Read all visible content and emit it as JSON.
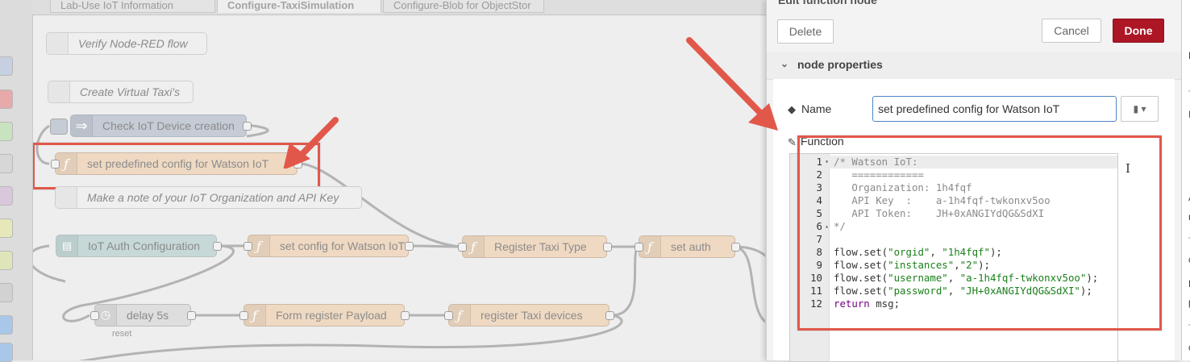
{
  "tabs": [
    {
      "label": "Lab-Use IoT Information"
    },
    {
      "label": "Configure-TaxiSimulation"
    },
    {
      "label": "Configure-Blob for ObjectStor"
    }
  ],
  "flow_nodes": {
    "verify": "Verify Node-RED flow",
    "create_taxi": "Create Virtual Taxi's",
    "check_device": "Check IoT Device creation",
    "set_predefined": "set predefined config for Watson IoT",
    "make_note": "Make a note of your IoT Organization and API Key",
    "iot_auth": "IoT Auth Configuration",
    "set_config": "set config for Watson IoT",
    "register_type": "Register Taxi Type",
    "set_auth": "set auth",
    "delay": "delay 5s",
    "delay_status": "reset",
    "form_payload": "Form register Payload",
    "register_devices": "register Taxi devices"
  },
  "editor": {
    "title": "Edit function node",
    "delete_label": "Delete",
    "cancel_label": "Cancel",
    "done_label": "Done",
    "section_label": "node properties",
    "name_label": "Name",
    "name_value": "set predefined config for Watson IoT",
    "function_label": "Function",
    "code_lines": [
      {
        "n": "1",
        "fold": "▾",
        "text": "/* Watson IoT:"
      },
      {
        "n": "2",
        "fold": "",
        "text": "   ============"
      },
      {
        "n": "3",
        "fold": "",
        "text": "   Organization: 1h4fqf"
      },
      {
        "n": "4",
        "fold": "",
        "text": "   API Key  :    a-1h4fqf-twkonxv5oo"
      },
      {
        "n": "5",
        "fold": "",
        "text": "   API Token:    JH+0xANGIYdQG&SdXI"
      },
      {
        "n": "6",
        "fold": "▴",
        "text": "*/"
      },
      {
        "n": "7",
        "fold": "",
        "text": ""
      },
      {
        "n": "8",
        "fold": "",
        "text": "flow.set(\"orgid\", \"1h4fqf\");"
      },
      {
        "n": "9",
        "fold": "",
        "text": "flow.set(\"instances\",\"2\");"
      },
      {
        "n": "10",
        "fold": "",
        "text": "flow.set(\"username\", \"a-1h4fqf-twkonxv5oo\");"
      },
      {
        "n": "11",
        "fold": "",
        "text": "flow.set(\"password\", \"JH+0xANGIYdQG&SdXI\");"
      },
      {
        "n": "12",
        "fold": "",
        "text": "return msg;"
      }
    ]
  },
  "sidebar_edge_chars": [
    "N",
    "T",
    "I",
    "A",
    "n",
    "T",
    "c",
    "E",
    "p",
    "T",
    "c"
  ],
  "colors": {
    "annotation": "#e1584a",
    "done_button": "#ad1625",
    "function_node": "#efd9c2"
  }
}
